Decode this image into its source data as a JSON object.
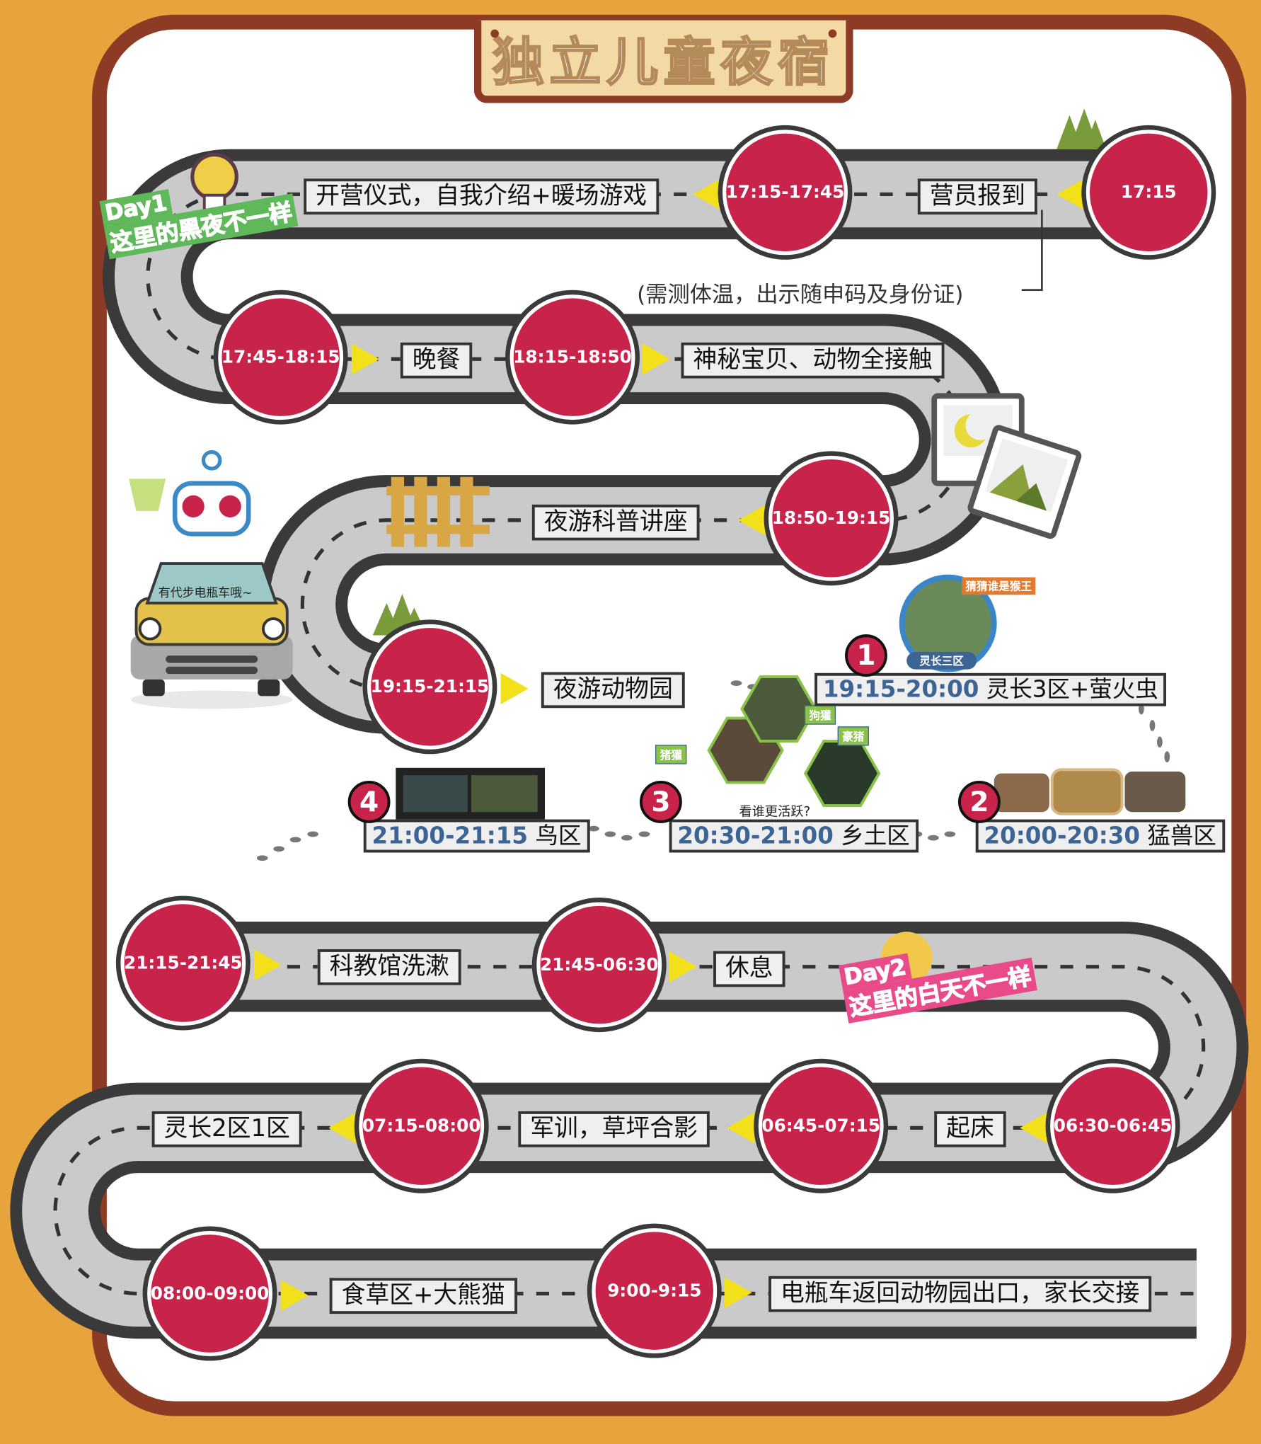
{
  "title": "独立儿童夜宿",
  "day1_banner": {
    "day": "Day1",
    "slogan": "这里的黑夜不一样"
  },
  "day2_banner": {
    "day": "Day2",
    "slogan": "这里的白天不一样"
  },
  "note": "(需测体温，出示随申码及身份证)",
  "car_text": "有代步电瓶车哦~",
  "stops": [
    {
      "time": "17:15",
      "label": "营员报到"
    },
    {
      "time": "17:15-17:45",
      "label": "开营仪式，自我介绍+暖场游戏"
    },
    {
      "time": "17:45-18:15",
      "label": "晚餐"
    },
    {
      "time": "18:15-18:50",
      "label": "神秘宝贝、动物全接触"
    },
    {
      "time": "18:50-19:15",
      "label": "夜游科普讲座"
    },
    {
      "time": "19:15-21:15",
      "label": "夜游动物园"
    },
    {
      "time": "21:15-21:45",
      "label": "科教馆洗漱"
    },
    {
      "time": "21:45-06:30",
      "label": "休息"
    },
    {
      "time": "06:30-06:45",
      "label": "起床"
    },
    {
      "time": "06:45-07:15",
      "label": "军训，草坪合影"
    },
    {
      "time": "07:15-08:00",
      "label": "灵长2区1区"
    },
    {
      "time": "08:00-09:00",
      "label": "食草区+大熊猫"
    },
    {
      "time": "9:00-9:15",
      "label": "电瓶车返回动物园出口，家长交接"
    }
  ],
  "zoo_route": [
    {
      "num": "1",
      "time": "19:15-20:00",
      "name": "灵长3区+萤火虫"
    },
    {
      "num": "2",
      "time": "20:00-20:30",
      "name": "猛兽区"
    },
    {
      "num": "3",
      "time": "20:30-21:00",
      "name": "乡土区"
    },
    {
      "num": "4",
      "time": "21:00-21:15",
      "name": "鸟区"
    }
  ],
  "photo_tags": {
    "monkey_bubble": "猜猜谁是猴王",
    "primate_zone": "灵长三区",
    "badger": "狗獾",
    "porcupine": "豪猪",
    "hog_badger": "猪獾",
    "question": "看谁更活跃?"
  },
  "colors": {
    "background": "#e8a43c",
    "frame": "#8e3b26",
    "stop": "#c8234a",
    "arrow": "#f2e01a",
    "zone_time": "#3c6494"
  }
}
